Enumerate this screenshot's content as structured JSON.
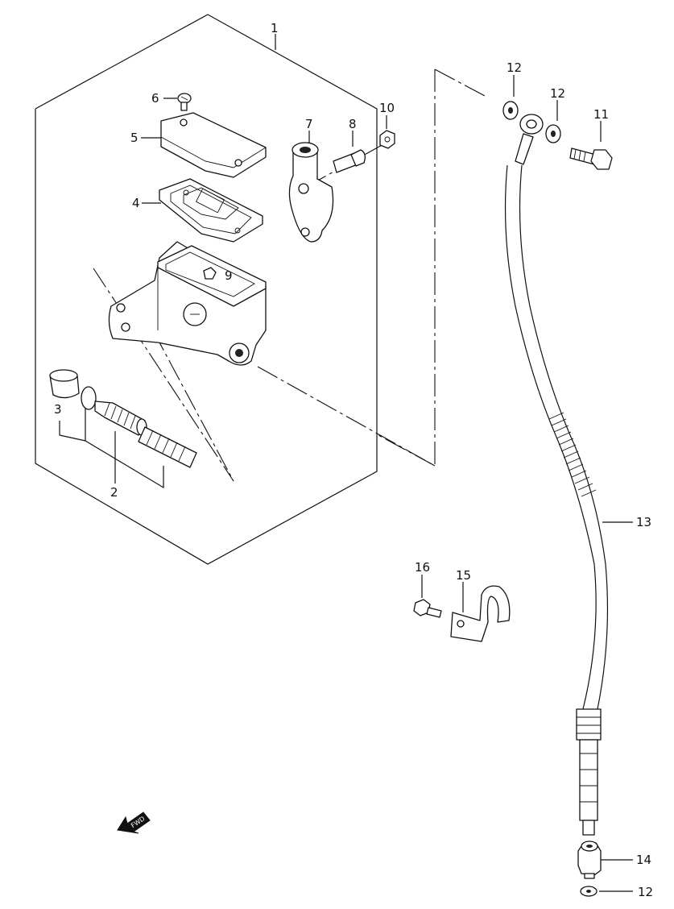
{
  "diagram": {
    "callouts": {
      "c1": "1",
      "c2": "2",
      "c3": "3",
      "c4": "4",
      "c5": "5",
      "c6": "6",
      "c7": "7",
      "c8": "8",
      "c9": "9",
      "c10": "10",
      "c11": "11",
      "c12a": "12",
      "c12b": "12",
      "c12c": "12",
      "c13": "13",
      "c14": "14",
      "c15": "15",
      "c16": "16"
    },
    "fwd_label": "FWD"
  }
}
